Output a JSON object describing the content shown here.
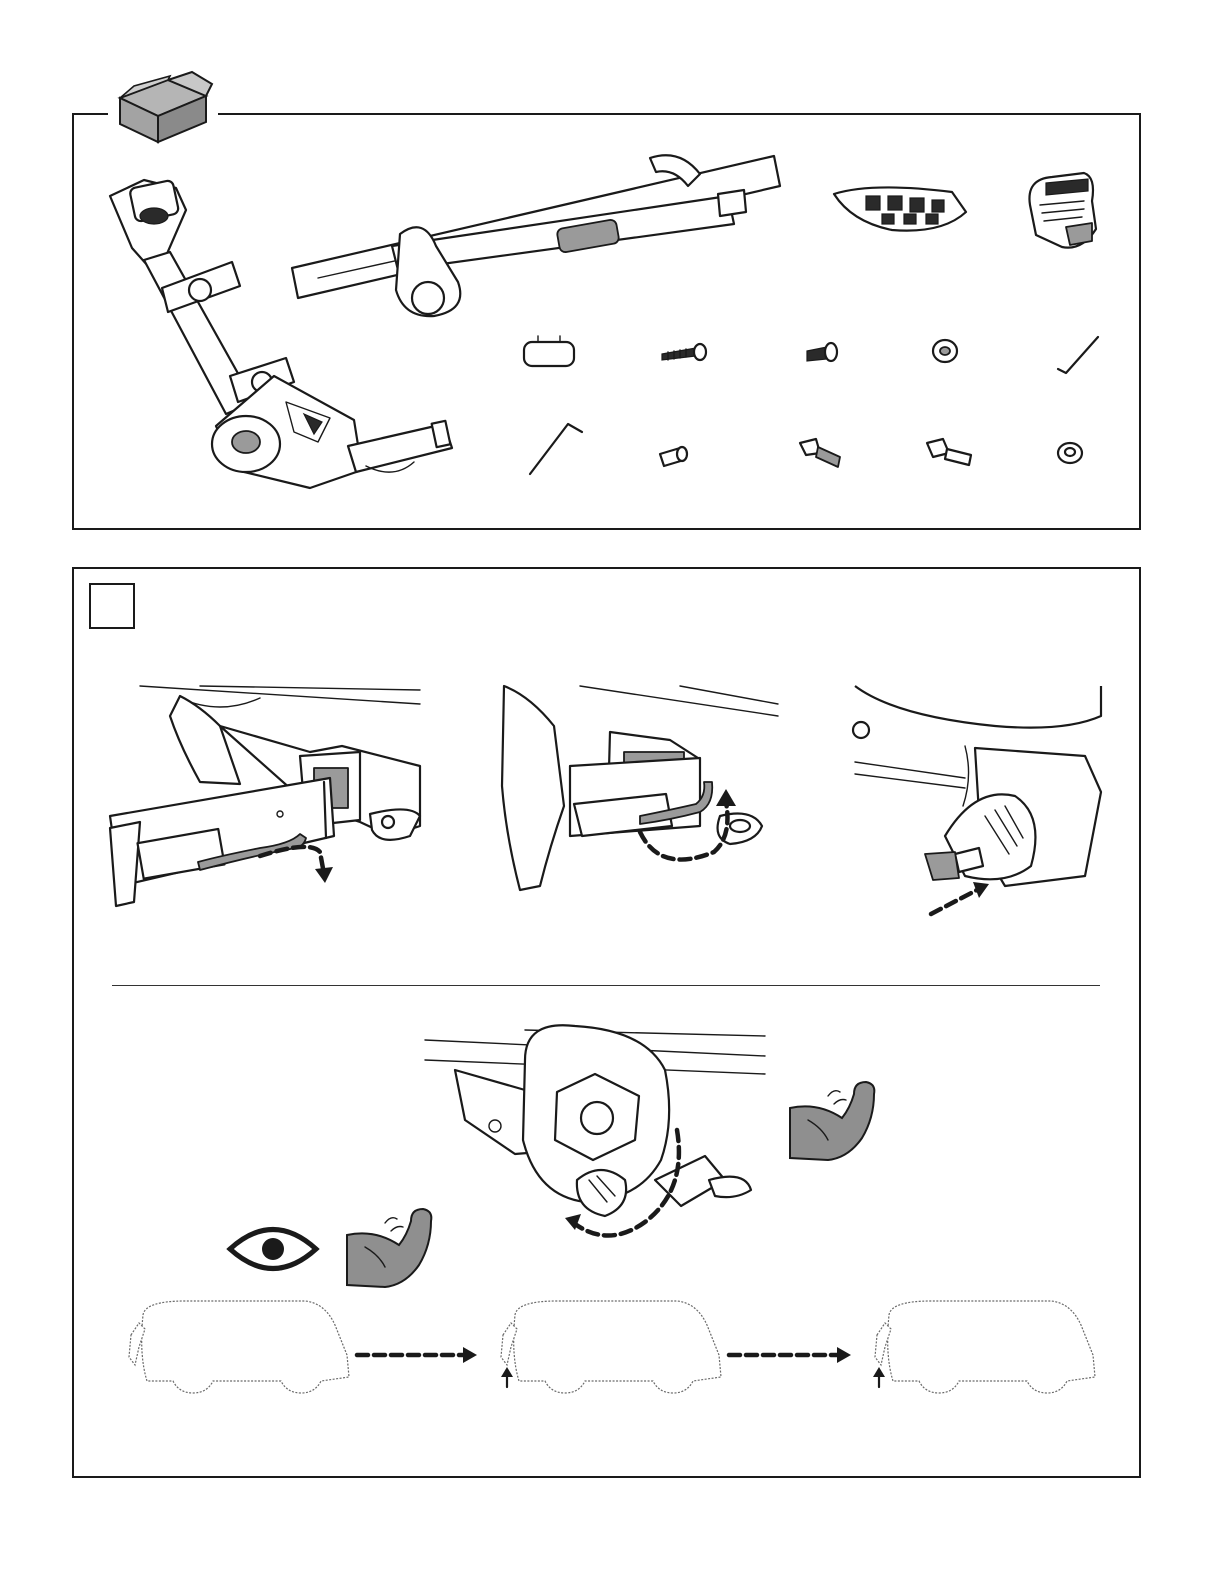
{
  "colors": {
    "line": "#1a1a1a",
    "metal_gray": "#9a9a9a",
    "arm_gray": "#8f8f8f",
    "paper": "#ffffff"
  },
  "parts_panel": {
    "box_icon": "open-box-icon",
    "parts": [
      "rack-mast-assembly",
      "hitch-bar-assembly",
      "wheel-tray",
      "ratchet-strap",
      "end-cap",
      "long-bolt",
      "short-bolt",
      "washer",
      "small-hex-key",
      "large-hex-key",
      "lock-cylinder",
      "key",
      "key",
      "nylon-washer"
    ]
  },
  "step_panel": {
    "step_number": "",
    "illustrations": [
      "insert-hitch-pin-down",
      "hitch-pin-through-receiver",
      "insert-lock-key",
      "rotate-lock-knob",
      "strength-arm-icon",
      "inspect-eye-icon",
      "strength-arm-icon",
      "check-vehicle-sequence"
    ]
  }
}
